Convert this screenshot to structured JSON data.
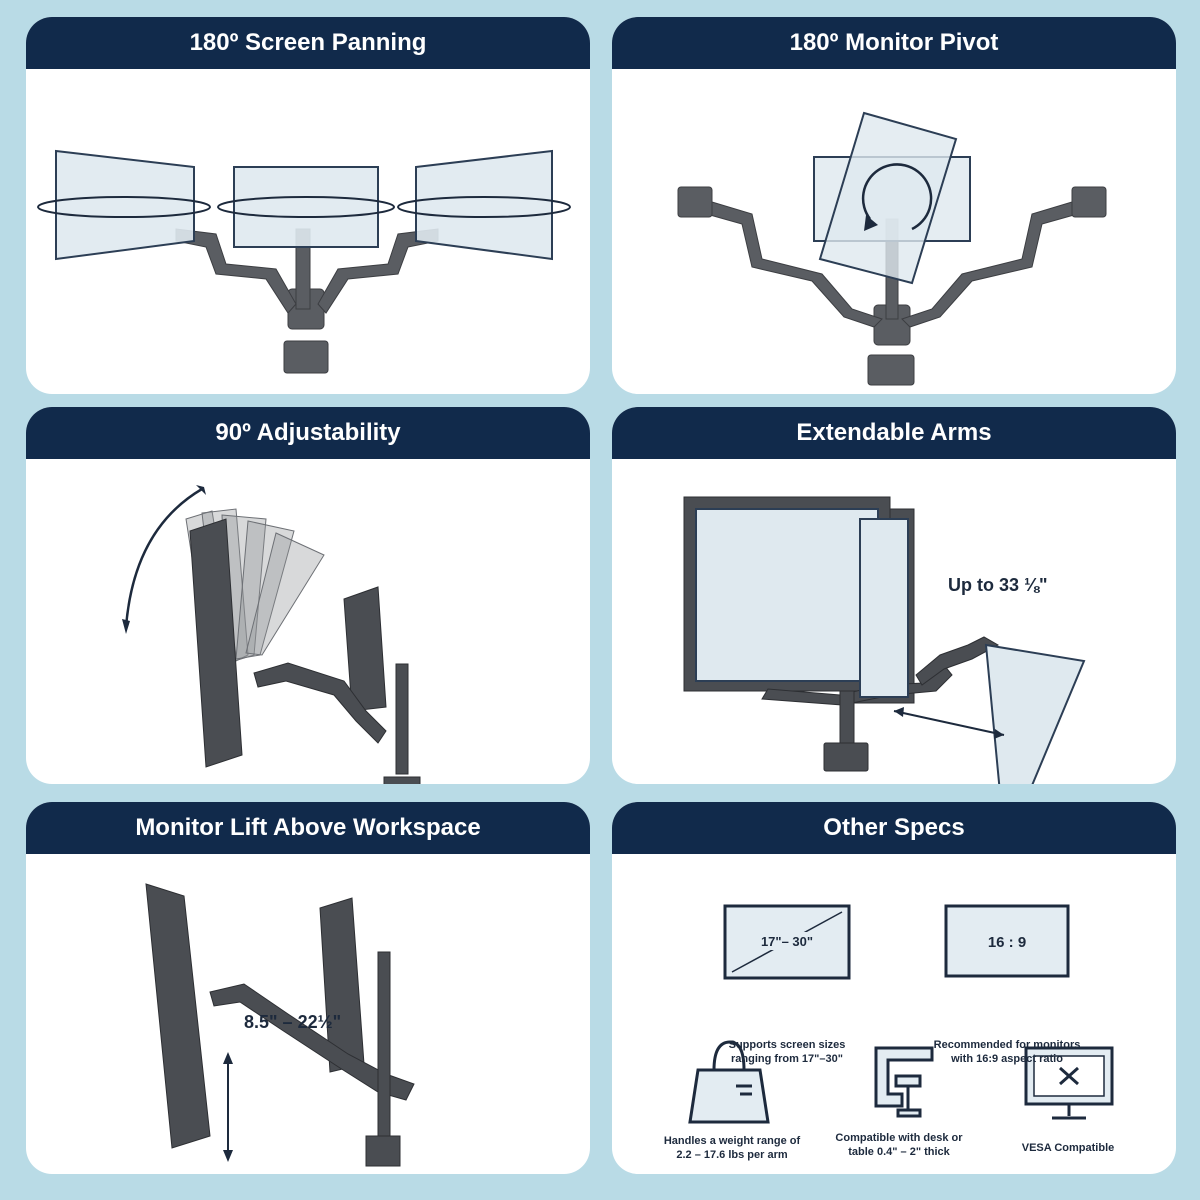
{
  "colors": {
    "background": "#b9dbe6",
    "header": "#112a4b",
    "panel": "#ffffff",
    "arm": "#5a5d62",
    "screen": "#dfe9ef",
    "accent": "#1d2a3d"
  },
  "panels": [
    {
      "title": "180º Screen Panning",
      "illustration": "triple-monitor-panning"
    },
    {
      "title": "180º Monitor Pivot",
      "illustration": "triple-arm-pivot"
    },
    {
      "title": "90º Adjustability",
      "illustration": "monitor-tilt-range"
    },
    {
      "title": "Extendable Arms",
      "illustration": "arm-extension",
      "callout": "Up to 33 ⅛\""
    },
    {
      "title": "Monitor Lift Above Workspace",
      "illustration": "monitor-height-lift",
      "callout": "8.5\" – 22½\""
    },
    {
      "title": "Other Specs",
      "specs": {
        "screen_size": {
          "icon": "screen-size-icon",
          "icon_text": "17\"– 30\"",
          "line1": "Supports screen sizes",
          "line2": "ranging from 17\"–30\""
        },
        "aspect_ratio": {
          "icon": "aspect-ratio-icon",
          "icon_text": "16 : 9",
          "line1": "Recommended for monitors",
          "line2": "with 16:9 aspect ratio"
        },
        "weight": {
          "icon": "weight-bag-icon",
          "line1": "Handles a weight range of",
          "line2": "2.2 – 17.6 lbs per arm"
        },
        "clamp": {
          "icon": "desk-clamp-icon",
          "line1": "Compatible with desk or",
          "line2": "table 0.4\" – 2\" thick"
        },
        "vesa": {
          "icon": "vesa-monitor-icon",
          "line1": "VESA Compatible"
        }
      }
    }
  ]
}
